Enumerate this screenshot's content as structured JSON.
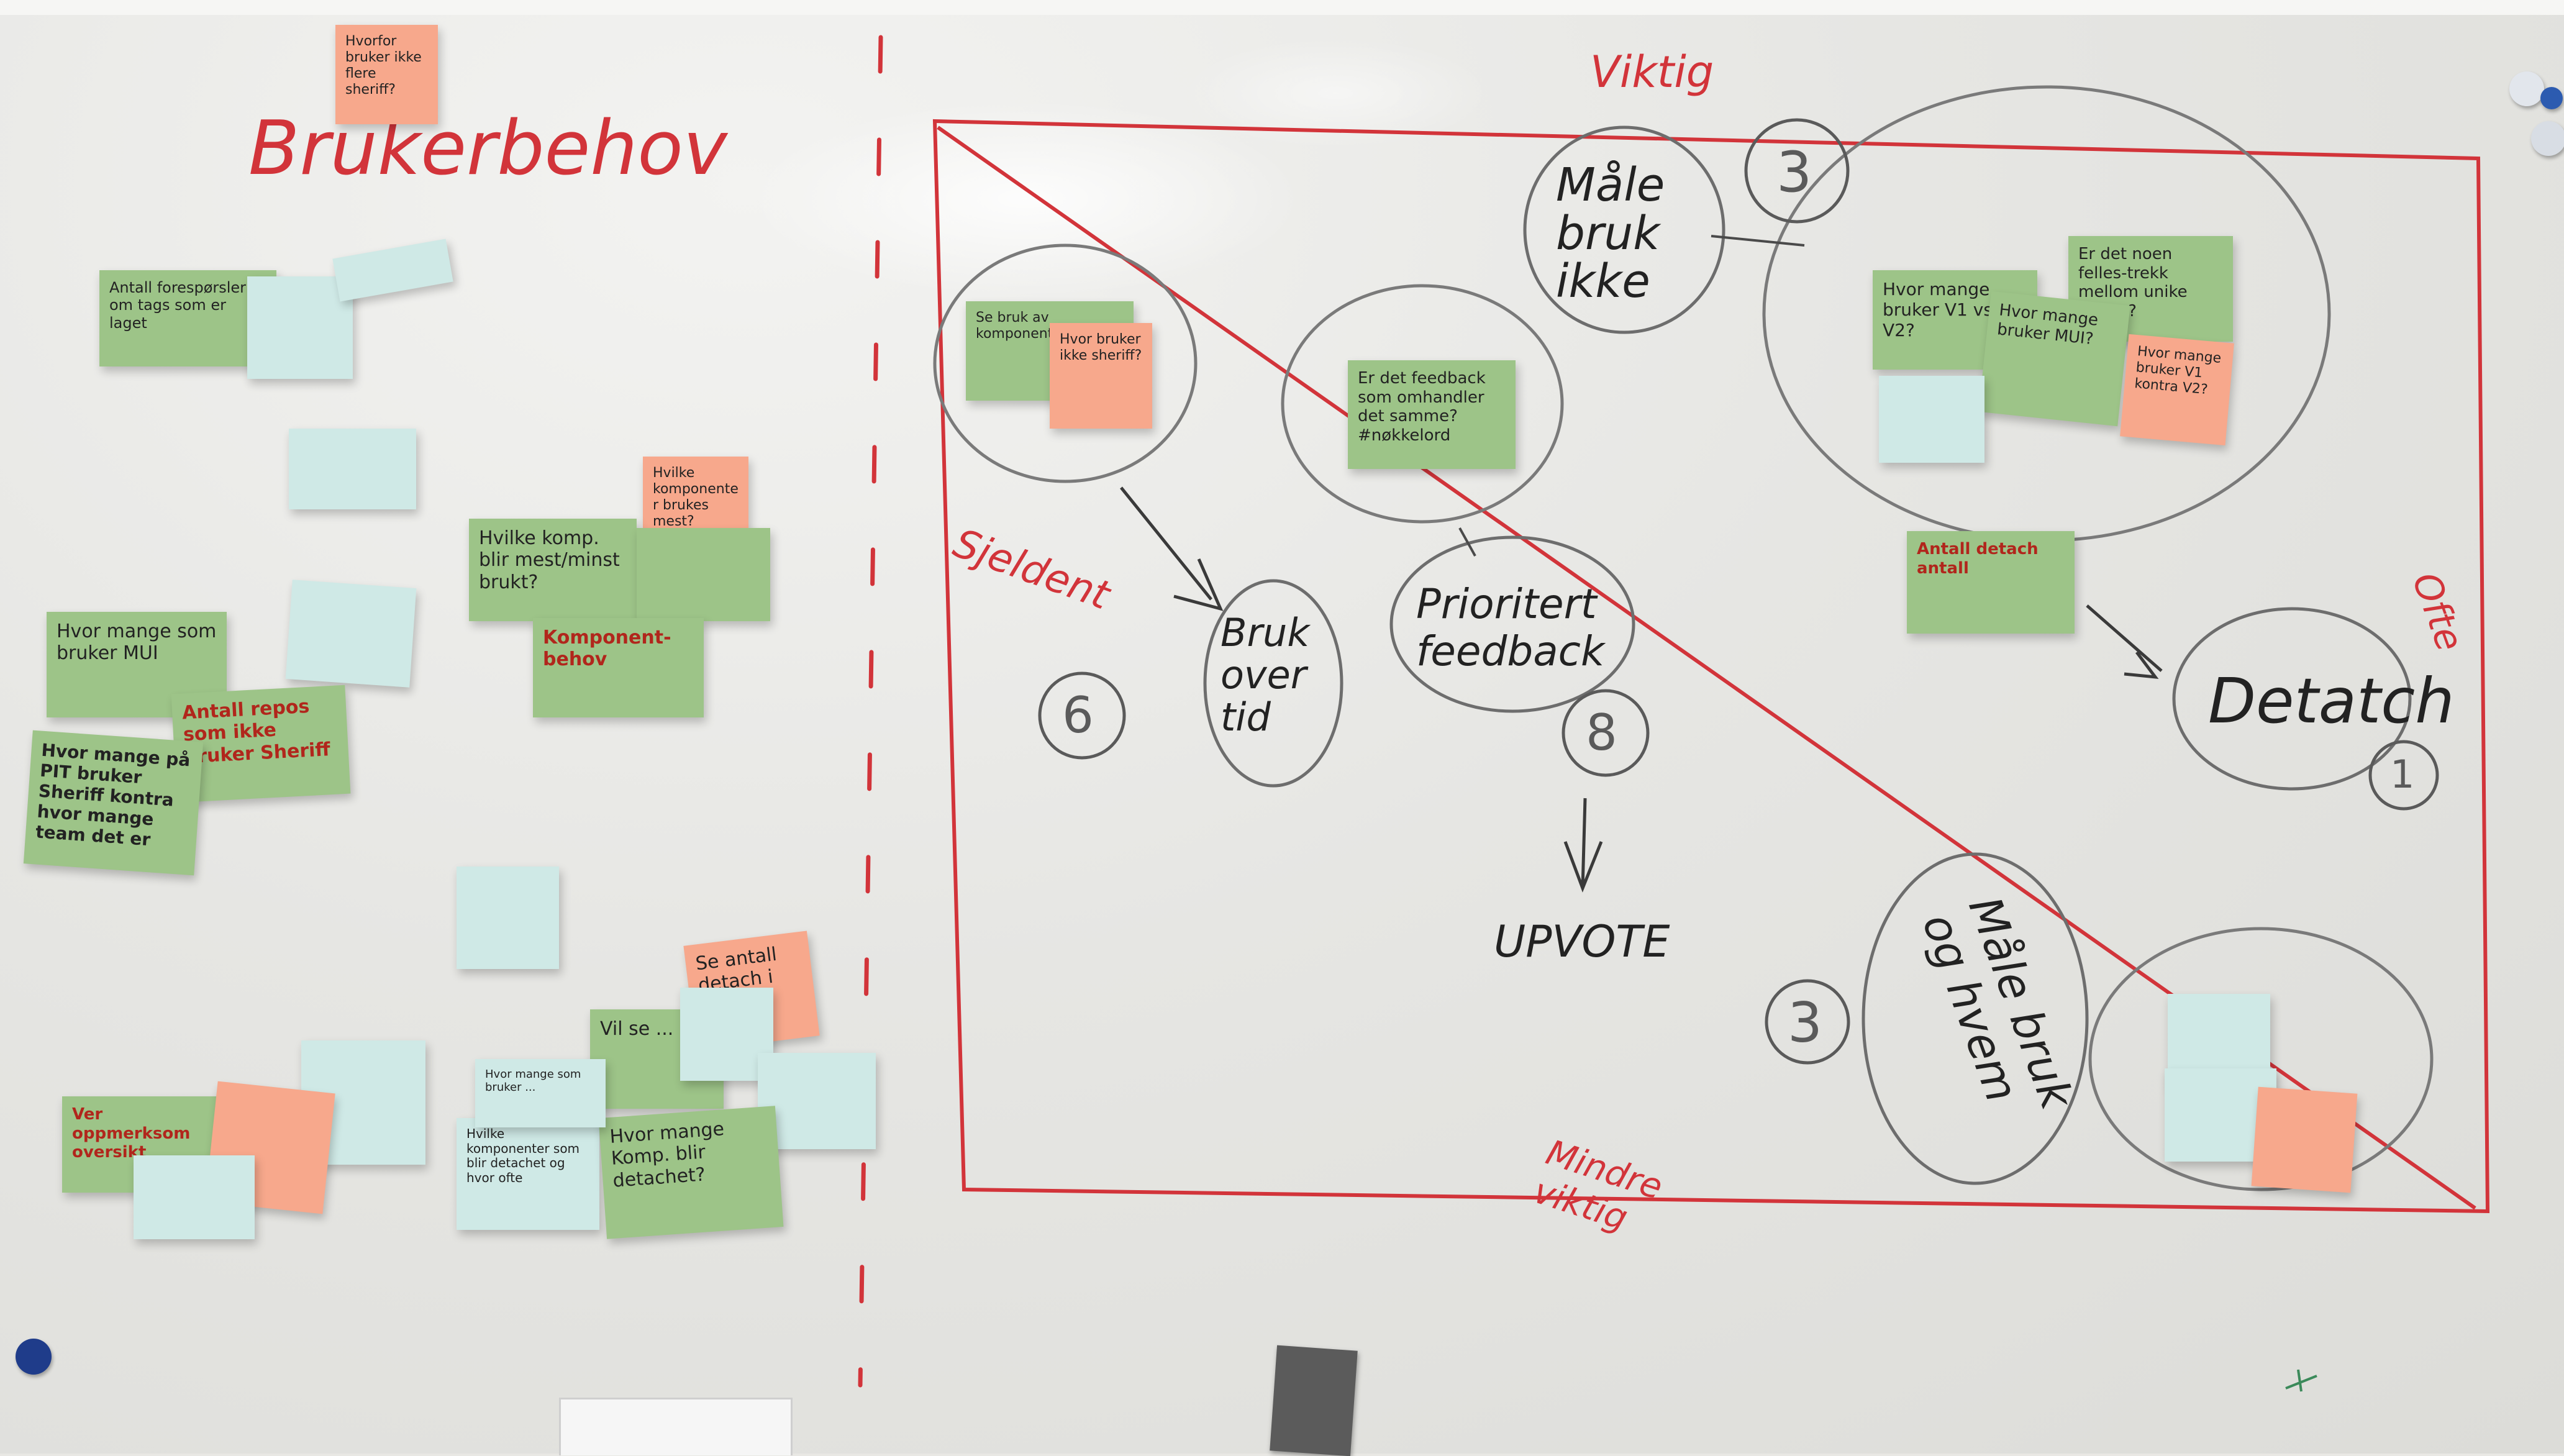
{
  "board": {
    "left": {
      "title": "Brukerbehov",
      "notes": [
        {
          "text": "Hvorfor bruker ikke flere sheriff?",
          "color": "salmon"
        },
        {
          "text": "Antall forespørsler om tags som er laget",
          "color": "green"
        },
        {
          "text": "",
          "color": "blue"
        },
        {
          "text": "",
          "color": "blue"
        },
        {
          "text": "",
          "color": "blue"
        },
        {
          "text": "Hvilke komponenter brukes mest?",
          "color": "salmon"
        },
        {
          "text": "Hvilke komp. blir mest/minst brukt?",
          "color": "green"
        },
        {
          "text": "",
          "color": "green"
        },
        {
          "text": "Komponent-behov",
          "color": "green"
        },
        {
          "text": "Hvor mange som bruker MUI",
          "color": "green"
        },
        {
          "text": "",
          "color": "blue"
        },
        {
          "text": "Antall repos som ikke bruker Sheriff",
          "color": "green"
        },
        {
          "text": "Hvor mange på PIT bruker Sheriff kontra hvor mange team det er",
          "color": "green"
        },
        {
          "text": "",
          "color": "blue"
        },
        {
          "text": "Se antall detach i Figma",
          "color": "salmon"
        },
        {
          "text": "Vil se ... ",
          "color": "green"
        },
        {
          "text": "",
          "color": "blue"
        },
        {
          "text": "",
          "color": "blue"
        },
        {
          "text": "Hvilke komponenter som blir detachet og hvor ofte",
          "color": "blue"
        },
        {
          "text": "Hvor mange Komp. blir detachet?",
          "color": "green"
        },
        {
          "text": "",
          "color": "blue"
        },
        {
          "text": "Hvor mange som bruker ...",
          "color": "blue"
        },
        {
          "text": "Ver oppmerksom oversikt",
          "color": "green"
        },
        {
          "text": "",
          "color": "salmon"
        },
        {
          "text": "",
          "color": "blue"
        }
      ]
    },
    "matrix": {
      "top_label": "Viktig",
      "bottom_label": "Mindre viktig",
      "left_label": "Sjeldent",
      "right_label": "Ofte",
      "clusters": {
        "bruk_over_tid": {
          "label": "Bruk over tid",
          "number": "6"
        },
        "prioritert_feedback": {
          "label": "Prioritert feedback",
          "number": "8"
        },
        "upvote": {
          "label": "UPVOTE"
        },
        "male_bruk_ikke": {
          "label": "Måle bruk ikke",
          "number": "3"
        },
        "detatch": {
          "label": "Detatch",
          "number": "1"
        },
        "male_bruk_og_hvem": {
          "label": "Måle bruk og hvem",
          "number": "3"
        }
      },
      "notes": [
        {
          "text": "Se bruk av komponent",
          "color": "green"
        },
        {
          "text": "Hvor bruker ikke sheriff?",
          "color": "salmon"
        },
        {
          "text": "Er det feedback som omhandler det samme? #nøkkelord",
          "color": "green"
        },
        {
          "text": "Hvor mange bruker V1 vs V2?",
          "color": "green"
        },
        {
          "text": "Er det noen felles-trekk mellom unike komp.?",
          "color": "green"
        },
        {
          "text": "Hvor mange bruker MUI?",
          "color": "green"
        },
        {
          "text": "Hvor mange bruker V1 kontra V2?",
          "color": "salmon"
        },
        {
          "text": "",
          "color": "blue"
        },
        {
          "text": "Antall detach antall",
          "color": "green"
        },
        {
          "text": "",
          "color": "blue"
        },
        {
          "text": "",
          "color": "blue"
        },
        {
          "text": "",
          "color": "salmon"
        }
      ]
    }
  },
  "colors": {
    "green": "#9dc488",
    "salmon": "#f7a88c",
    "blue": "#cfe9e6",
    "red_marker": "#d2343a",
    "black_marker": "#3a3a3a"
  }
}
